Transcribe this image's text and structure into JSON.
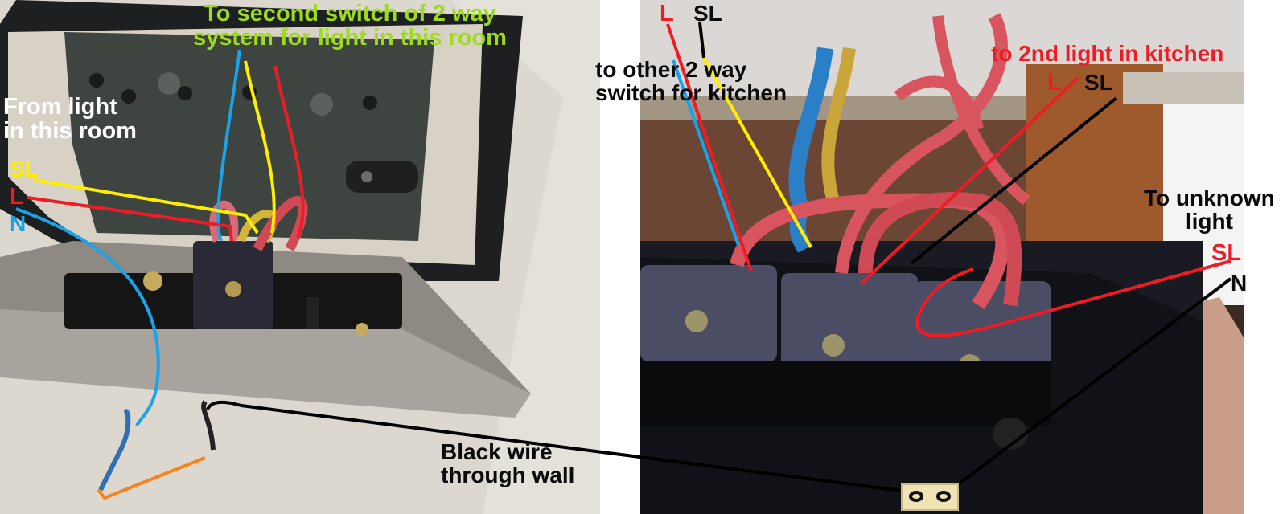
{
  "image": {
    "description": "Two annotated photos of light switch wiring side by side",
    "panels": [
      {
        "id": "left",
        "subject": "single 2-way light switch pulled out of wall box"
      },
      {
        "id": "right",
        "subject": "triple light switch with kitchen wiring"
      }
    ]
  },
  "left_annotations": {
    "second_switch_label_line1": "To second switch of 2 way",
    "second_switch_label_line2": "system for light in this room",
    "from_light_line1": "From light",
    "from_light_line2": "in this room",
    "wire_sl": "SL",
    "wire_l": "L",
    "wire_n": "N",
    "black_wire_line1": "Black wire",
    "black_wire_line2": "through wall"
  },
  "right_annotations": {
    "top_l": "L",
    "top_sl": "SL",
    "other_switch_line1": "to other 2 way",
    "other_switch_line2": "switch for kitchen",
    "second_light_kitchen": "to 2nd light in kitchen",
    "kitchen_l": "L",
    "kitchen_sl": "SL",
    "unknown_light_line1": "To unknown",
    "unknown_light_line2": "light",
    "unknown_sl": "SL",
    "unknown_n": "N"
  },
  "colors": {
    "annotation_green": "#9ddb1e",
    "wire_red": "#ee1c24",
    "wire_yellow": "#ffee00",
    "wire_blue": "#1aa3e8",
    "wire_black": "#000000",
    "wire_orange": "#f7821e",
    "connector_block": "#efe2b4"
  }
}
